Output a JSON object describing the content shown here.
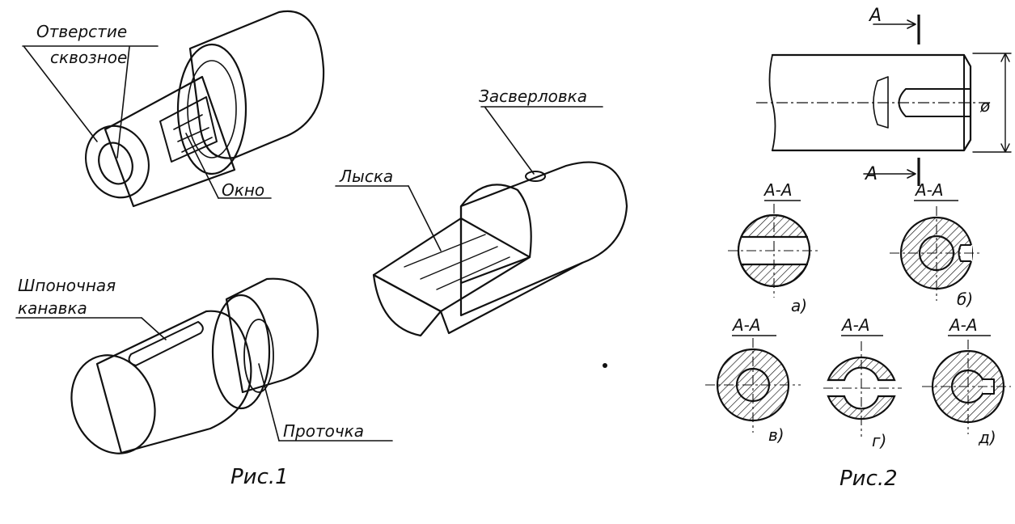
{
  "figure1": {
    "caption": "Рис.1",
    "labels": {
      "through_hole_line1": "Отверстие",
      "through_hole_line2": "сквозное",
      "window": "Окно",
      "flat": "Лыска",
      "drilling": "Засверловка",
      "keyway_line1": "Шпоночная",
      "keyway_line2": "канавка",
      "groove": "Проточка"
    }
  },
  "figure2": {
    "caption": "Рис.2",
    "section_mark_top": "А",
    "section_mark_bottom": "А",
    "diameter_symbol": "ø",
    "sections": [
      {
        "title": "А-А",
        "letter": "а)"
      },
      {
        "title": "А-А",
        "letter": "б)"
      },
      {
        "title": "А-А",
        "letter": "в)"
      },
      {
        "title": "А-А",
        "letter": "г)"
      },
      {
        "title": "А-А",
        "letter": "д)"
      }
    ]
  }
}
